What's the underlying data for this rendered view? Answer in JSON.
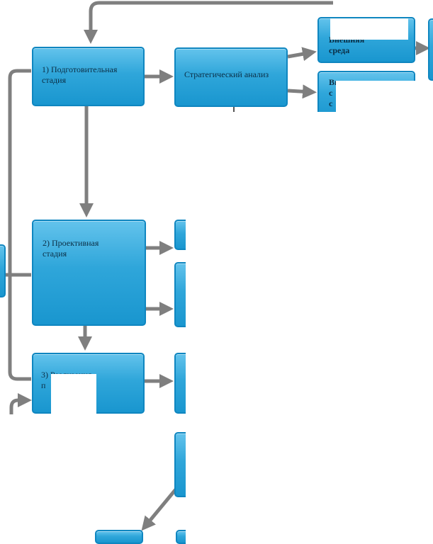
{
  "colors": {
    "box_fill": "#2fa6da",
    "box_border": "#0f86c0",
    "arrow": "#7f7f7f",
    "text": "#0b2e45"
  },
  "boxes": {
    "stage1": "1) Подготовительная\nстадия",
    "strategic": "Стратегический анализ",
    "external": "Внешняя\nсреда",
    "internal": "Внутренняя\nс\nс",
    "stage2": "2) Проективная\nстадия",
    "stage3": "3) Реализация\nп"
  }
}
